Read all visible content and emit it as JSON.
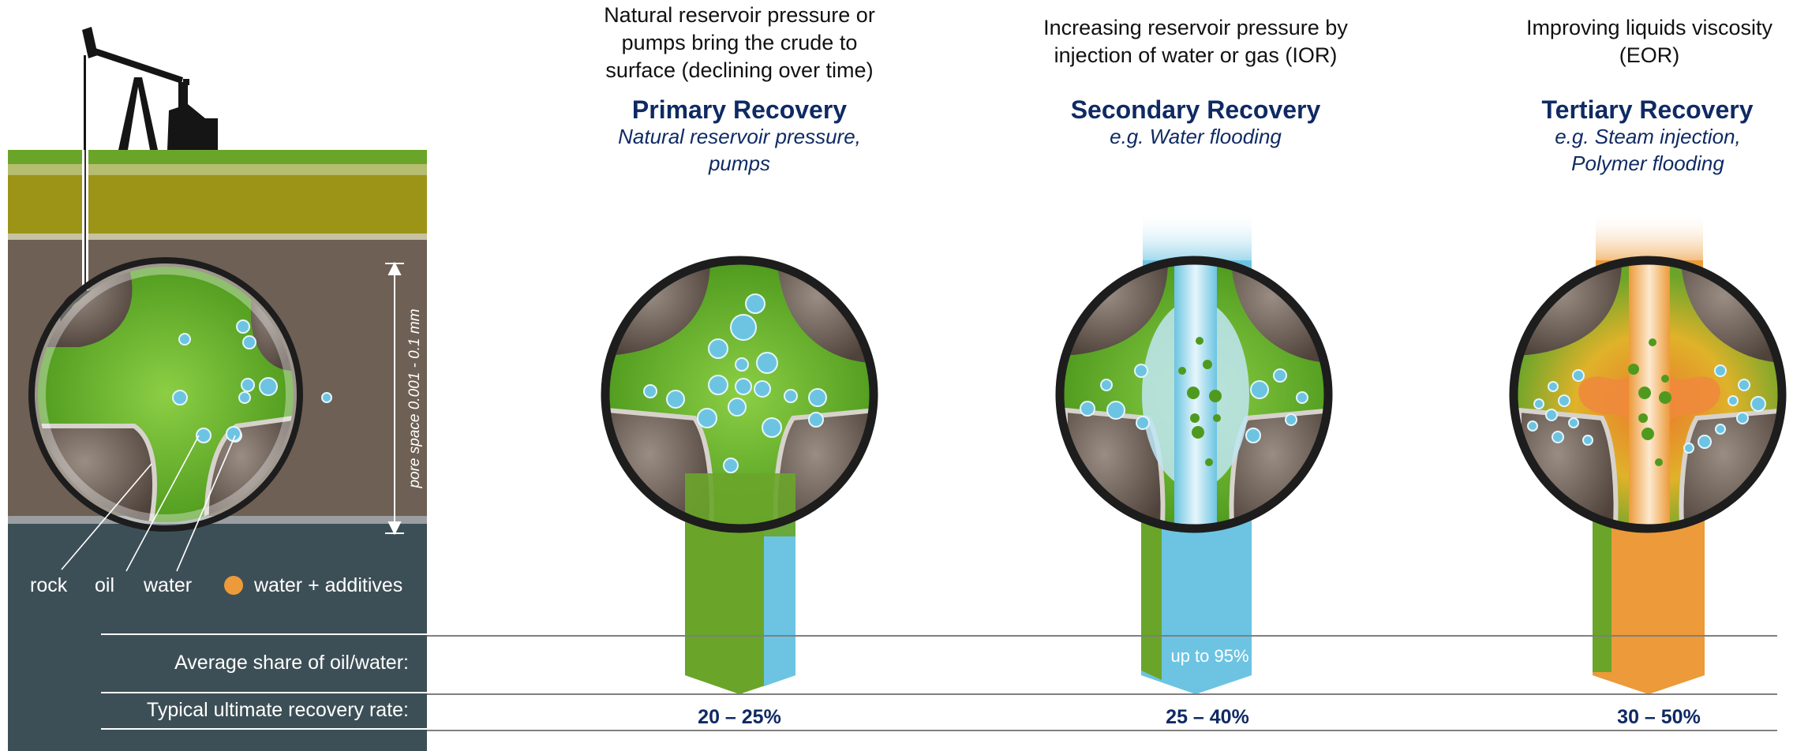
{
  "legend": {
    "rock": "rock",
    "oil": "oil",
    "water": "water",
    "additives": "water + additives",
    "pore_space": "pore space 0.001 - 0.1 mm"
  },
  "rows": {
    "oil_water_share": "Average share of oil/water:",
    "recovery_rate": "Typical ultimate recovery rate:"
  },
  "stages": [
    {
      "description": "Natural reservoir pressure or pumps bring the crude to surface (declining over time)",
      "title": "Primary Recovery",
      "subtitle": "Natural reservoir pressure, pumps",
      "share_label": "",
      "rate": "20 – 25%"
    },
    {
      "description": "Increasing reservoir pressure by injection of water or gas (IOR)",
      "title": "Secondary Recovery",
      "subtitle": "e.g. Water flooding",
      "share_label": "up to 95%",
      "rate": "25 – 40%"
    },
    {
      "description": "Improving liquids viscosity (EOR)",
      "title": "Tertiary Recovery",
      "subtitle": "e.g. Steam injection, Polymer flooding",
      "share_label": "",
      "rate": "30 – 50%"
    }
  ],
  "colors": {
    "oil": "#6aa52a",
    "water": "#6cc4e2",
    "additives": "#ec9a3a",
    "rock_layer": "#6e6054",
    "base_layer": "#3d4f56",
    "title": "#0f2a63"
  }
}
